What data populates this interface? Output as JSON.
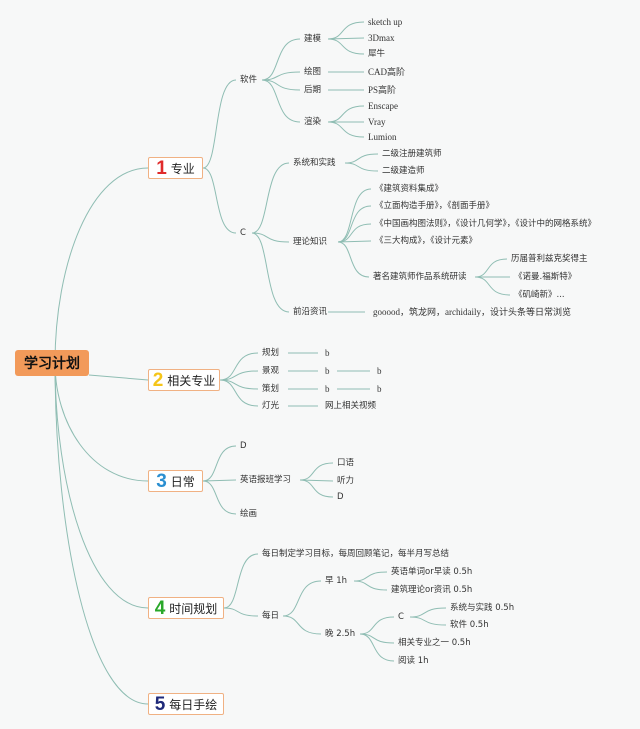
{
  "root": {
    "label": "学习计划",
    "color": "#f29a5a"
  },
  "line_color": "#8fbdb3",
  "branches": [
    {
      "num": "1",
      "label": "专业",
      "num_color": "#e02a2a"
    },
    {
      "num": "2",
      "label": "相关专业",
      "num_color": "#f5c518"
    },
    {
      "num": "3",
      "label": "日常",
      "num_color": "#2b8fd1"
    },
    {
      "num": "4",
      "label": "时间规划",
      "num_color": "#2aa82a"
    },
    {
      "num": "5",
      "label": "每日手绘",
      "num_color": "#1f2a7a"
    }
  ],
  "professional": {
    "software": {
      "label": "软件",
      "modeling": {
        "label": "建模",
        "items": [
          "sketch up",
          "3Dmax",
          "犀牛"
        ]
      },
      "drawing": {
        "label": "绘图",
        "item": "CAD高阶"
      },
      "post": {
        "label": "后期",
        "item": "PS高阶"
      },
      "render": {
        "label": "渲染",
        "items": [
          "Enscape",
          "Vray",
          "Lumion"
        ]
      }
    },
    "c": {
      "label": "C",
      "system": {
        "label": "系统和实践",
        "items": [
          "二级注册建筑师",
          "二级建造师"
        ]
      },
      "theory": {
        "label": "理论知识",
        "items": [
          "《建筑资料集成》",
          "《立面构造手册》，《剖面手册》",
          "《中国画构图法则》，《设计几何学》，《设计中的网格系统》",
          "《三大构成》，《设计元素》"
        ],
        "architects": {
          "label": "著名建筑师作品系统研读",
          "items": [
            "历届普利兹克奖得主",
            "《诺曼.福斯特》",
            "《矶崎新》..."
          ]
        }
      },
      "news": {
        "label": "前沿资讯",
        "item": "gooood，筑龙网，archidaily，设计头条等日常浏览"
      }
    }
  },
  "related": {
    "items": [
      {
        "label": "规划",
        "sub": "b"
      },
      {
        "label": "景观",
        "sub": "b",
        "sub2": "b"
      },
      {
        "label": "策划",
        "sub": "b",
        "sub2": "b"
      },
      {
        "label": "灯光",
        "sub": "网上相关视频"
      }
    ]
  },
  "daily": {
    "d": "D",
    "english": {
      "label": "英语报班学习",
      "items": [
        "口语",
        "听力",
        "D"
      ]
    },
    "painting": "绘画"
  },
  "time": {
    "goal": "每日制定学习目标，每周回顾笔记，每半月写总结",
    "everyday": {
      "label": "每日",
      "morning": {
        "label": "早 1h",
        "items": [
          "英语单词or早读 0.5h",
          "建筑理论or资讯 0.5h"
        ]
      },
      "evening": {
        "label": "晚 2.5h",
        "c": {
          "label": "C",
          "items": [
            "系统与实践 0.5h",
            "软件 0.5h"
          ]
        },
        "related": "相关专业之一 0.5h",
        "reading": "阅读 1h"
      }
    }
  }
}
